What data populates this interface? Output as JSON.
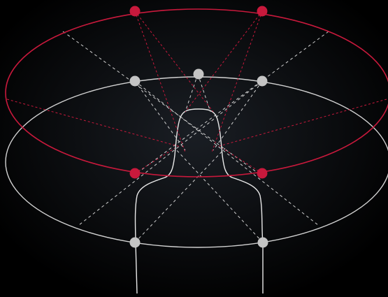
{
  "diagram": {
    "background_color": "#000000",
    "glow_color": "#1a1e24",
    "upper_layer": {
      "color": "#c8193c",
      "speaker_count": 4
    },
    "lower_layer": {
      "color": "#d2d2d2",
      "speaker_count": 5
    },
    "listener": {
      "outline_color": "#e8e8e8"
    },
    "line_style": "dashed"
  }
}
